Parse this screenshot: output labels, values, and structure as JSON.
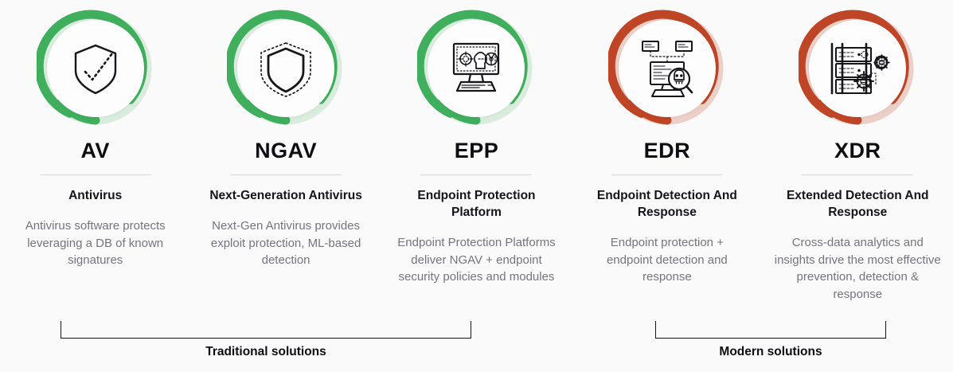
{
  "background_color": "#fafafa",
  "palette": {
    "green_dark": "#3faf5d",
    "green_light": "#d9ecdd",
    "red_dark": "#bf4527",
    "red_light": "#eccfc6",
    "text_dark": "#0d0d12",
    "text_muted": "#74757c",
    "divider": "#d9d9d9",
    "bracket": "#16161a",
    "ring_inner": "#fdfdfd"
  },
  "columns": [
    {
      "abbrev": "AV",
      "fullname": "Antivirus",
      "description": "Antivirus software protects leveraging a DB of known signatures",
      "icon": "shield-check-icon",
      "ring_color": "#3faf5d",
      "ring_track_color": "#d9ecdd",
      "group": "Traditional solutions"
    },
    {
      "abbrev": "NGAV",
      "fullname": "Next-Generation Antivirus",
      "description": "Next-Gen Antivirus provides exploit protection, ML-based detection",
      "icon": "shield-dashed-icon",
      "ring_color": "#3faf5d",
      "ring_track_color": "#d9ecdd",
      "group": "Traditional solutions"
    },
    {
      "abbrev": "EPP",
      "fullname": "Endpoint Protection Platform",
      "description": "Endpoint Protection Platforms deliver NGAV + endpoint security policies and modules",
      "icon": "desktop-threats-icon",
      "ring_color": "#3faf5d",
      "ring_track_color": "#d9ecdd",
      "group": "Traditional solutions"
    },
    {
      "abbrev": "EDR",
      "fullname": "Endpoint Detection And Response",
      "description": "Endpoint protection + endpoint detection and response",
      "icon": "desktop-malware-magnifier-icon",
      "ring_color": "#bf4527",
      "ring_track_color": "#eccfc6",
      "group": "Modern solutions"
    },
    {
      "abbrev": "XDR",
      "fullname": "Extended Detection And Response",
      "description": "Cross-data analytics and insights drive the most effective prevention, detection & response",
      "icon": "server-gears-icon",
      "ring_color": "#bf4527",
      "ring_track_color": "#eccfc6",
      "group": "Modern solutions"
    }
  ],
  "groups": [
    {
      "id": "traditional",
      "label": "Traditional solutions",
      "spans": [
        "AV",
        "NGAV",
        "EPP"
      ]
    },
    {
      "id": "modern",
      "label": "Modern solutions",
      "spans": [
        "EDR",
        "XDR"
      ]
    }
  ]
}
